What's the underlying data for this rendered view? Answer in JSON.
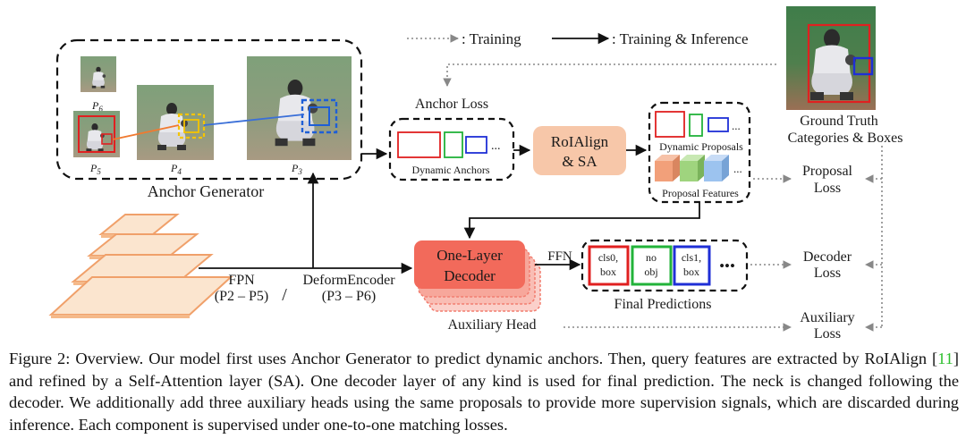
{
  "legend": {
    "training": ": Training",
    "training_inference": ": Training & Inference"
  },
  "anchor_generator": {
    "title": "Anchor Generator",
    "levels": [
      "P",
      "P",
      "P",
      "P"
    ],
    "level_subs": [
      "6",
      "5",
      "4",
      "3"
    ]
  },
  "anchor_loss": "Anchor Loss",
  "dynamic_anchors": "Dynamic Anchors",
  "ellipsis": "...",
  "roialign": {
    "line1": "RoIAlign",
    "line2": "& SA"
  },
  "dynamic_proposals": "Dynamic Proposals",
  "proposal_features": "Proposal Features",
  "ground_truth": {
    "line1": "Ground Truth",
    "line2": "Categories & Boxes"
  },
  "proposal_loss": {
    "line1": "Proposal",
    "line2": "Loss"
  },
  "decoder_loss": {
    "line1": "Decoder",
    "line2": "Loss"
  },
  "auxiliary_loss": {
    "line1": "Auxiliary",
    "line2": "Loss"
  },
  "fpn": {
    "line1": "FPN",
    "line2": "(P2 – P5)"
  },
  "slash": "/",
  "deform_encoder": {
    "line1": "DeformEncoder",
    "line2": "(P3 – P6)"
  },
  "decoder": {
    "line1": "One-Layer",
    "line2": "Decoder"
  },
  "ffn": "FFN",
  "auxiliary_head": "Auxiliary Head",
  "final_predictions": {
    "title": "Final Predictions",
    "cells": [
      {
        "line1": "cls0,",
        "line2": "box",
        "color": "#e02020"
      },
      {
        "line1": "no",
        "line2": "obj",
        "color": "#22b33a"
      },
      {
        "line1": "cls1,",
        "line2": "box",
        "color": "#1f2fd6"
      }
    ],
    "dots": "•••"
  },
  "colors": {
    "anchor_red": "#e02020",
    "anchor_green": "#22b33a",
    "anchor_blue": "#1f2fd6",
    "roialign_fill": "#f7c7a9",
    "decoder_fill": "#f26a5b",
    "decoder_shadow": "#f8b0a6",
    "fpn_fill": "#fbe5cf",
    "fpn_edge": "#f0a06a",
    "feature_orange": "#f2a07a",
    "feature_green": "#9fd47e",
    "feature_blue": "#9cc3ef"
  },
  "caption": {
    "part1": "Figure 2: Overview. Our model first uses Anchor Generator to predict dynamic anchors. Then, query features are extracted by RoIAlign [",
    "cite": "11",
    "part2": "] and refined by a Self-Attention layer (SA). One decoder layer of any kind is used for final prediction. The neck is changed following the decoder. We additionally add three auxiliary heads using the same proposals to provide more supervision signals, which are discarded during inference. Each component is supervised under one-to-one matching losses."
  }
}
